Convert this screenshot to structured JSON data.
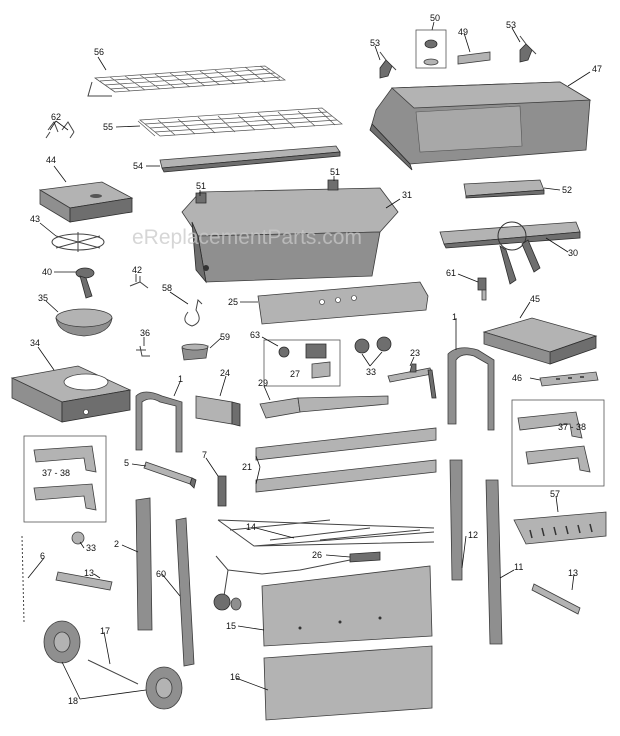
{
  "watermark": "eReplacementParts.com",
  "callouts": [
    {
      "id": "c56",
      "text": "56"
    },
    {
      "id": "c55",
      "text": "55"
    },
    {
      "id": "c54",
      "text": "54"
    },
    {
      "id": "c62",
      "text": "62"
    },
    {
      "id": "c51a",
      "text": "51"
    },
    {
      "id": "c51b",
      "text": "51"
    },
    {
      "id": "c31",
      "text": "31"
    },
    {
      "id": "c44",
      "text": "44"
    },
    {
      "id": "c43",
      "text": "43"
    },
    {
      "id": "c40",
      "text": "40"
    },
    {
      "id": "c42",
      "text": "42"
    },
    {
      "id": "c35",
      "text": "35"
    },
    {
      "id": "c58",
      "text": "58"
    },
    {
      "id": "c25",
      "text": "25"
    },
    {
      "id": "c36",
      "text": "36"
    },
    {
      "id": "c59",
      "text": "59"
    },
    {
      "id": "c63",
      "text": "63"
    },
    {
      "id": "c27",
      "text": "27"
    },
    {
      "id": "c33a",
      "text": "33"
    },
    {
      "id": "c23",
      "text": "23"
    },
    {
      "id": "c34",
      "text": "34"
    },
    {
      "id": "c1a",
      "text": "1"
    },
    {
      "id": "c24",
      "text": "24"
    },
    {
      "id": "c29",
      "text": "29"
    },
    {
      "id": "c50",
      "text": "50"
    },
    {
      "id": "c49",
      "text": "49"
    },
    {
      "id": "c53a",
      "text": "53"
    },
    {
      "id": "c53b",
      "text": "53"
    },
    {
      "id": "c47",
      "text": "47"
    },
    {
      "id": "c52",
      "text": "52"
    },
    {
      "id": "c30",
      "text": "30"
    },
    {
      "id": "c61",
      "text": "61"
    },
    {
      "id": "c45",
      "text": "45"
    },
    {
      "id": "c1b",
      "text": "1"
    },
    {
      "id": "c46",
      "text": "46"
    },
    {
      "id": "c3738a",
      "text": "37 - 38"
    },
    {
      "id": "c3738b",
      "text": "37 - 38"
    },
    {
      "id": "c5",
      "text": "5"
    },
    {
      "id": "c7",
      "text": "7"
    },
    {
      "id": "c21",
      "text": "21"
    },
    {
      "id": "c14",
      "text": "14"
    },
    {
      "id": "c26",
      "text": "26"
    },
    {
      "id": "c12",
      "text": "12"
    },
    {
      "id": "c11",
      "text": "11"
    },
    {
      "id": "c57",
      "text": "57"
    },
    {
      "id": "c13a",
      "text": "13"
    },
    {
      "id": "c13b",
      "text": "13"
    },
    {
      "id": "c33b",
      "text": "33"
    },
    {
      "id": "c6",
      "text": "6"
    },
    {
      "id": "c2",
      "text": "2"
    },
    {
      "id": "c60",
      "text": "60"
    },
    {
      "id": "c15",
      "text": "15"
    },
    {
      "id": "c16",
      "text": "16"
    },
    {
      "id": "c17",
      "text": "17"
    },
    {
      "id": "c18",
      "text": "18"
    }
  ]
}
